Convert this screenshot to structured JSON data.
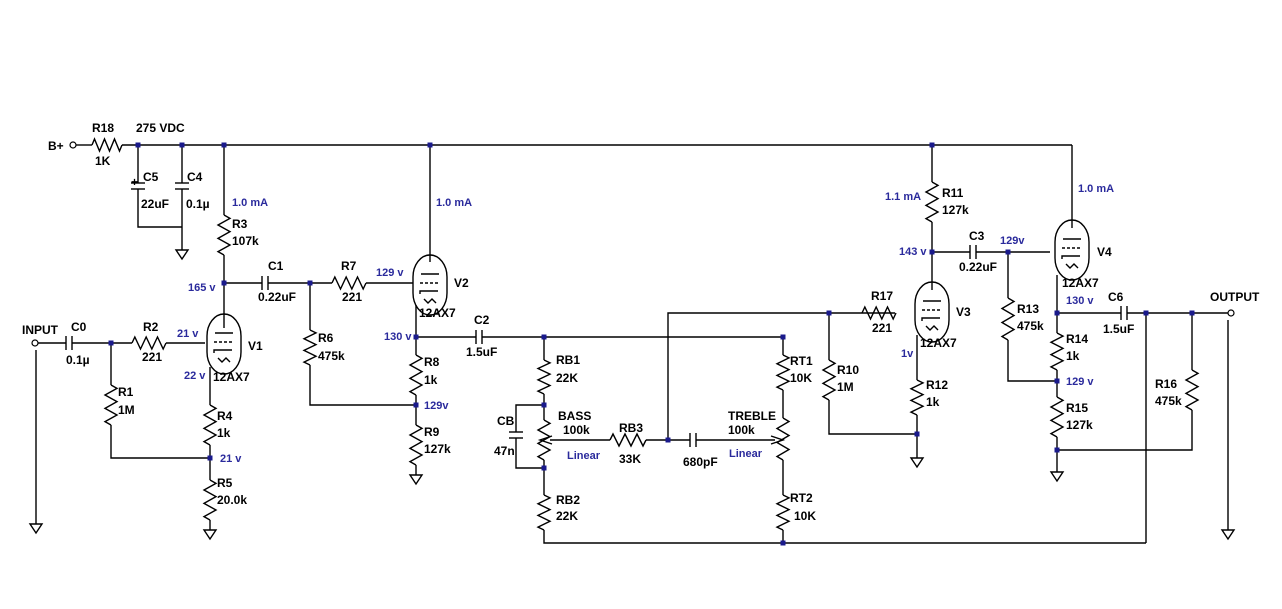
{
  "labels": {
    "bplus": "B+",
    "supply": "275 VDC",
    "input": "INPUT",
    "output": "OUTPUT",
    "R18": "R18",
    "R18v": "1K",
    "C5": "C5",
    "C5v": "22uF",
    "C4": "C4",
    "C4v": "0.1µ",
    "R3": "R3",
    "R3v": "107k",
    "R3i": "1.0 mA",
    "V2i": "1.0 mA",
    "R11i": "1.1 mA",
    "V4i": "1.0 mA",
    "C1": "C1",
    "C1v": "0.22uF",
    "R7": "R7",
    "R7v": "221",
    "V1": "V1",
    "V1t": "12AX7",
    "V2": "V2",
    "V2t": "12AX7",
    "V3": "V3",
    "V3t": "12AX7",
    "V4": "V4",
    "V4t": "12AX7",
    "C0": "C0",
    "C0v": "0.1µ",
    "R2": "R2",
    "R2v": "221",
    "R1": "R1",
    "R1v": "1M",
    "R4": "R4",
    "R4v": "1k",
    "R5": "R5",
    "R5v": "20.0k",
    "R6": "R6",
    "R6v": "475k",
    "C2": "C2",
    "C2v": "1.5uF",
    "R8": "R8",
    "R8v": "1k",
    "R9": "R9",
    "R9v": "127k",
    "RB1": "RB1",
    "RB1v": "22K",
    "CB": "CB",
    "CBv": "47n",
    "BASS": "BASS",
    "BASSv": "100k",
    "BASSt": "Linear",
    "RB3": "RB3",
    "RB3v": "33K",
    "Ct": "680pF",
    "TREBLE": "TREBLE",
    "TREBLEv": "100k",
    "TREBLEt": "Linear",
    "RB2": "RB2",
    "RB2v": "22K",
    "RT1": "RT1",
    "RT1v": "10K",
    "RT2": "RT2",
    "RT2v": "10K",
    "R17": "R17",
    "R17v": "221",
    "R10": "R10",
    "R10v": "1M",
    "R11": "R11",
    "R11v": "127k",
    "R12": "R12",
    "R12v": "1k",
    "C3": "C3",
    "C3v": "0.22uF",
    "R13": "R13",
    "R13v": "475k",
    "R14": "R14",
    "R14v": "1k",
    "R15": "R15",
    "R15v": "127k",
    "C6": "C6",
    "C6v": "1.5uF",
    "R16": "R16",
    "R16v": "475k"
  },
  "voltages": {
    "v165": "165 v",
    "v21a": "21 v",
    "v22": "22 v",
    "v21b": "21 v",
    "v129a": "129 v",
    "v130a": "130 v",
    "v129b": "129v",
    "v143": "143 v",
    "v129c": "129v",
    "v1": "1v",
    "v130b": "130 v",
    "v129d": "129 v"
  }
}
